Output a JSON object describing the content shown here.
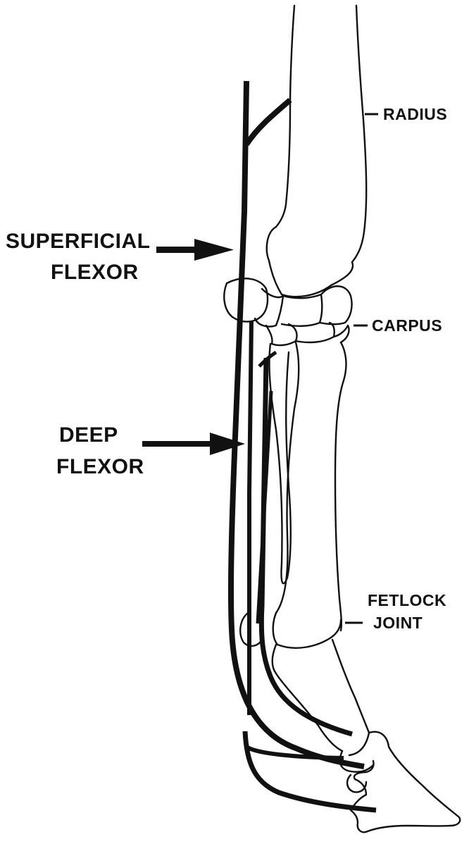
{
  "labels": {
    "radius": "RADIUS",
    "carpus": "CARPUS",
    "fetlock_line1": "FETLOCK",
    "fetlock_line2": "JOINT",
    "superficial_line1": "SUPERFICIAL",
    "superficial_line2": "FLEXOR",
    "deep_line1": "DEEP",
    "deep_line2": "FLEXOR"
  },
  "colors": {
    "ink": "#111111",
    "background": "#ffffff"
  }
}
